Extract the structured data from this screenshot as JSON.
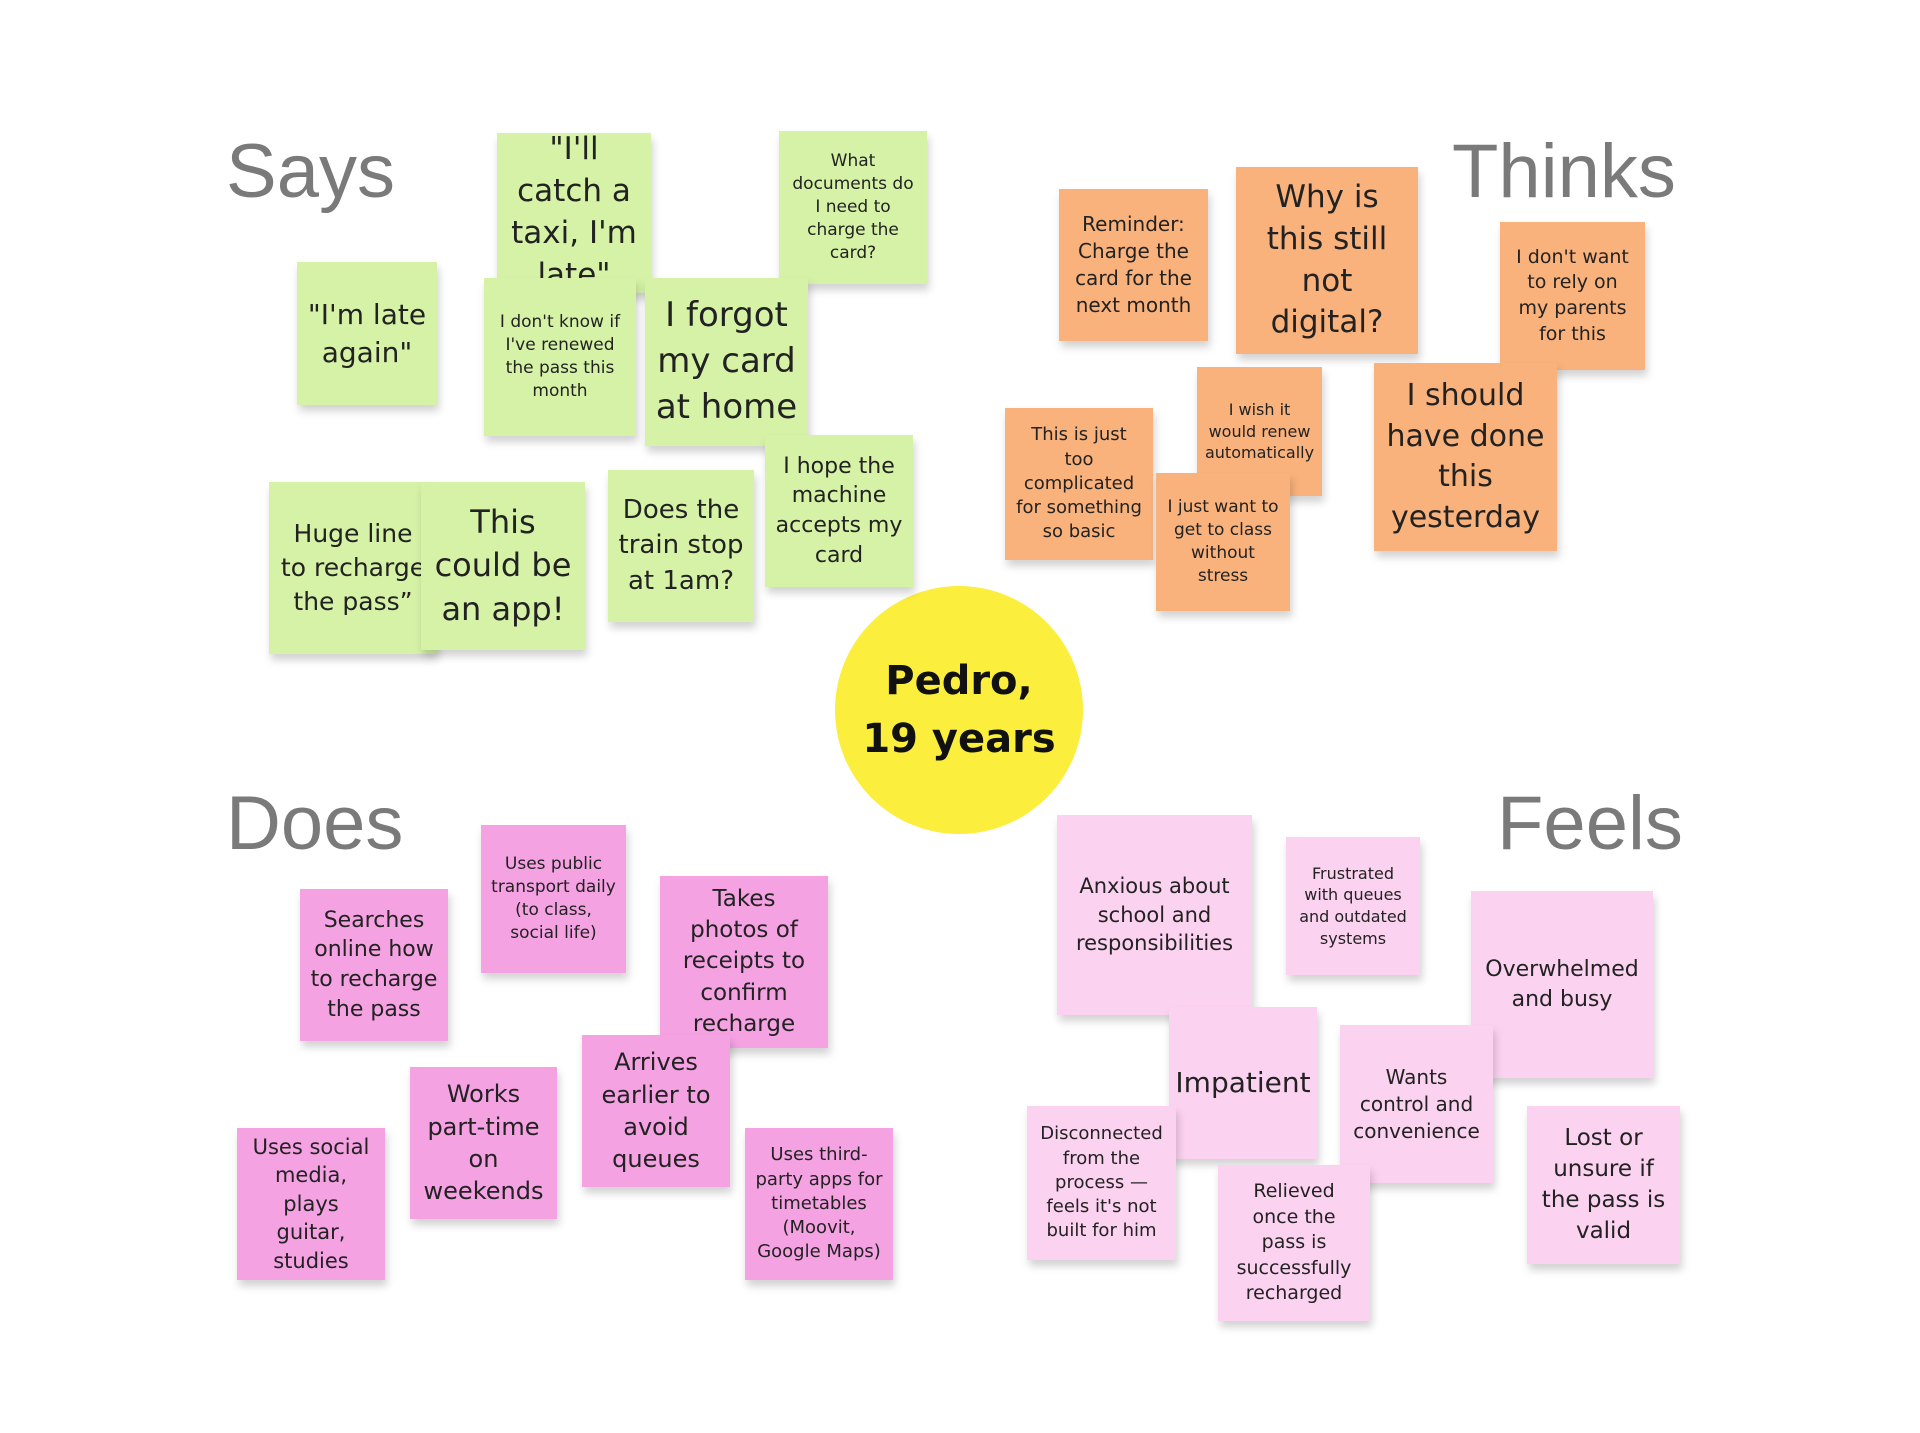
{
  "headings": {
    "says": "Says",
    "thinks": "Thinks",
    "does": "Does",
    "feels": "Feels"
  },
  "center": {
    "label": "Pedro, 19 years"
  },
  "says": [
    "\"I'll catch a taxi, I'm late\"",
    "What documents do I need to charge the card?",
    "\"I'm late again\"",
    "I don't know if I've renewed the pass this month",
    "I forgot my card at home",
    "I hope the machine accepts my card",
    "Huge line to recharge the pass”",
    "This could be an app!",
    "Does the train stop at 1am?"
  ],
  "thinks": [
    "Reminder: Charge the card for the next month",
    "Why is this still not digital?",
    "I don't want to rely on my parents for this",
    "I wish it would renew automatically",
    "I should have done this yesterday",
    "This is just too complicated for something so basic",
    "I just want to get to class without stress"
  ],
  "does": [
    "Uses public transport daily (to class, social life)",
    "Searches online how to recharge the pass",
    "Takes photos of receipts to confirm recharge",
    "Arrives earlier to avoid queues",
    "Works part-time on weekends",
    "Uses social media, plays guitar, studies",
    "Uses third-party apps for timetables (Moovit, Google Maps)"
  ],
  "feels": [
    "Anxious about school and responsibilities",
    "Frustrated with queues and outdated systems",
    "Overwhelmed and busy",
    "Impatient",
    "Wants control and convenience",
    "Disconnected from the process — feels it's not built for him",
    "Relieved once the pass is successfully recharged",
    "Lost or unsure if the pass is valid"
  ],
  "colors": {
    "says": "#d6f2a7",
    "thinks": "#f9b27c",
    "does": "#f5a2e3",
    "feels": "#fcd2f1",
    "center": "#fbee3c",
    "heading": "#7a7a7a"
  }
}
